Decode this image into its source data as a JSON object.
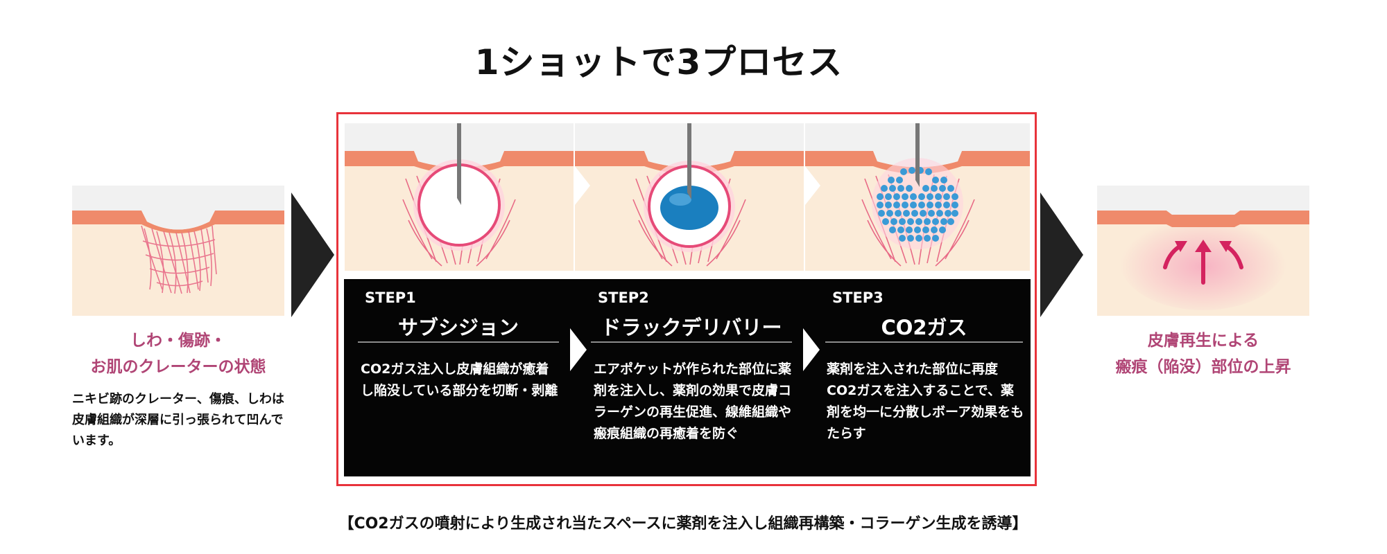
{
  "title": "1ショットで3プロセス",
  "before": {
    "title_line1": "しわ・傷跡・",
    "title_line2": "お肌のクレーターの状態",
    "description": "ニキビ跡のクレーター、傷痕、しわは皮膚組織が深層に引っ張られて凹んでいます。"
  },
  "after": {
    "title_line1": "皮膚再生による",
    "title_line2": "瘢痕（陥没）部位の上昇"
  },
  "steps": [
    {
      "label": "STEP1",
      "name": "サブシジョン",
      "description": "CO2ガス注入し皮膚組織が癒着し陥没している部分を切断・剥離"
    },
    {
      "label": "STEP2",
      "name": "ドラックデリバリー",
      "description": "エアポケットが作られた部位に薬剤を注入し、薬剤の効果で皮膚コラーゲンの再生促進、線維組織や瘢痕組織の再癒着を防ぐ"
    },
    {
      "label": "STEP3",
      "name": "CO2ガス",
      "description": "薬剤を注入された部位に再度CO2ガスを注入することで、薬剤を均一に分散しボーア効果をもたらす"
    }
  ],
  "footer": "【CO2ガスの噴射により生成され当たスペースに薬剤を注入し組織再構築・コラーゲン生成を誘導】",
  "colors": {
    "skin": "#fbebd8",
    "epidermis": "#ef8a6b",
    "fibers": "#e86a86",
    "frame": "#e8333b",
    "drug": "#1a7fbf",
    "arrow": "#d4235f",
    "title_pink": "#b04575"
  }
}
